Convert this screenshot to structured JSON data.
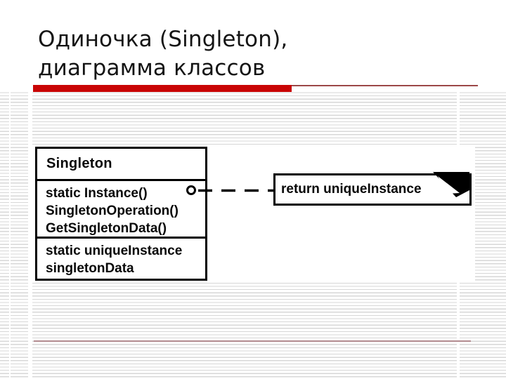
{
  "slide": {
    "title_line_1": "Одиночка (Singleton),",
    "title_line_2": "диаграмма классов",
    "colors": {
      "accent_bar": "#c90505",
      "header_rule": "#9c4747",
      "footer_rule": "#b28a8f"
    }
  },
  "diagram": {
    "class_box": {
      "name": "Singleton",
      "operations": [
        "static Instance()",
        "SingletonOperation()",
        "GetSingletonData()"
      ],
      "attributes": [
        "static uniqueInstance",
        "singletonData"
      ]
    },
    "note": {
      "text": "return uniqueInstance"
    }
  }
}
